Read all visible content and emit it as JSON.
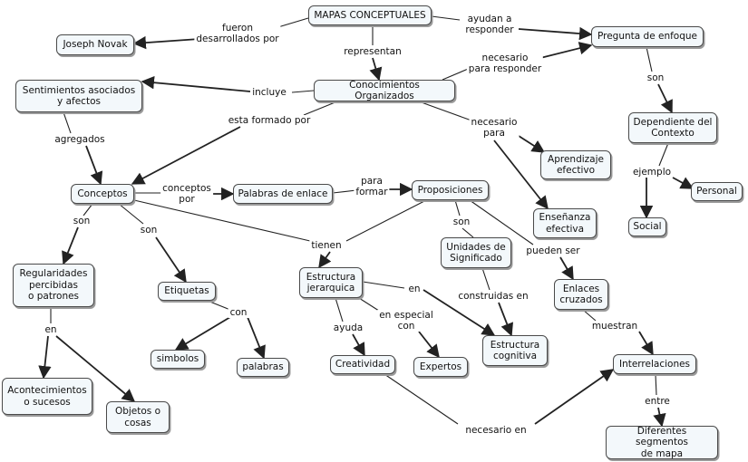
{
  "colors": {
    "line": "#222222",
    "node_fill": "#f3f8fb",
    "node_border": "#4a4a4a",
    "background": "#ffffff"
  },
  "nodes": {
    "mapas": "MAPAS CONCEPTUALES",
    "joseph": "Joseph Novak",
    "pregunta": "Pregunta de enfoque",
    "conocimientos": "Conocimientos Organizados",
    "sentimientos": "Sentimientos asociados\ny afectos",
    "dependiente": "Dependiente del\nContexto",
    "aprendizaje": "Aprendizaje\nefectivo",
    "conceptos": "Conceptos",
    "palabras_enlace": "Palabras de enlace",
    "proposiciones": "Proposiciones",
    "ensenanza": "Enseñanza\nefectiva",
    "personal": "Personal",
    "social": "Social",
    "unidades": "Unidades de\nSignificado",
    "regularidades": "Regularidades\npercibidas\no patrones",
    "etiquetas": "Etiquetas",
    "estructura_jerarquica": "Estructura\njerarquica",
    "enlaces_cruzados": "Enlaces\ncruzados",
    "estructura_cognitiva": "Estructura\ncognitiva",
    "simbolos": "simbolos",
    "palabras": "palabras",
    "creatividad": "Creatividad",
    "expertos": "Expertos",
    "interrelaciones": "Interrelaciones",
    "acontecimientos": "Acontecimientos\no sucesos",
    "objetos": "Objetos o\ncosas",
    "segmentos": "Diferentes segmentos\nde mapa"
  },
  "links": {
    "fueron": "fueron\ndesarrollados por",
    "ayudan": "ayudan a\nresponder",
    "representan": "representan",
    "necesario_responder": "necesario\npara responder",
    "incluye": "incluye",
    "esta_formado": "esta formado por",
    "necesario_para": "necesario\npara",
    "son_pregunta": "son",
    "agregados": "agregados",
    "conceptos_por": "conceptos\npor",
    "para_formar": "para\nformar",
    "ejemplo": "ejemplo",
    "son_conceptos_1": "son",
    "son_conceptos_2": "son",
    "son_proposiciones": "son",
    "tienen": "tienen",
    "pueden_ser": "pueden ser",
    "en_regularidades": "en",
    "con_etiquetas": "con",
    "en_estructura": "en",
    "en_especial_con": "en especial\ncon",
    "ayuda": "ayuda",
    "construidas_en": "construidas en",
    "muestran": "muestran",
    "entre": "entre",
    "necesario_en": "necesario en"
  }
}
